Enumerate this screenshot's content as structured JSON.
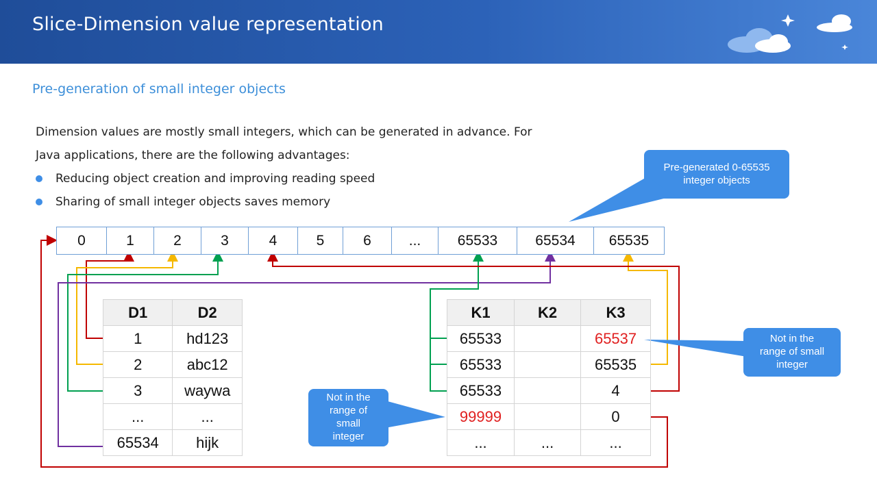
{
  "header": {
    "title": "Slice-Dimension value representation"
  },
  "subtitle": "Pre-generation of small integer objects",
  "intro": {
    "line1": "Dimension values are mostly small integers, which can be generated in advance. For",
    "line2": "Java applications, there are the following advantages:"
  },
  "bullets": [
    "Reducing object creation and improving reading speed",
    "Sharing of small integer objects saves memory"
  ],
  "strip": {
    "cells": [
      "0",
      "1",
      "2",
      "3",
      "4",
      "5",
      "6",
      "...",
      "65533",
      "65534",
      "65535"
    ]
  },
  "table_d": {
    "headers": [
      "D1",
      "D2"
    ],
    "rows": [
      [
        "1",
        "hd123"
      ],
      [
        "2",
        "abc12"
      ],
      [
        "3",
        "waywa"
      ],
      [
        "...",
        "..."
      ],
      [
        "65534",
        "hijk"
      ]
    ]
  },
  "table_k": {
    "headers": [
      "K1",
      "K2",
      "K3"
    ],
    "rows": [
      [
        "65533",
        "",
        "65537"
      ],
      [
        "65533",
        "",
        "65535"
      ],
      [
        "65533",
        "",
        "4"
      ],
      [
        "99999",
        "",
        "0"
      ],
      [
        "...",
        "...",
        "..."
      ]
    ]
  },
  "callouts": {
    "top_line1": "Pre-generated 0-65535",
    "top_line2": "integer objects",
    "right_line1": "Not in the",
    "right_line2": "range of small",
    "right_line3": "integer",
    "mid_line1": "Not in the",
    "mid_line2": "range of",
    "mid_line3": "small",
    "mid_line4": "integer"
  },
  "colors": {
    "header_start": "#1f4d99",
    "header_end": "#4a86d9",
    "accent": "#3d8fd9",
    "callout": "#3f8ee6",
    "red_line": "#c00000",
    "orange_line": "#f5b800",
    "green_line": "#00a050",
    "purple_line": "#7030a0",
    "out_of_range_text": "#e02020"
  }
}
